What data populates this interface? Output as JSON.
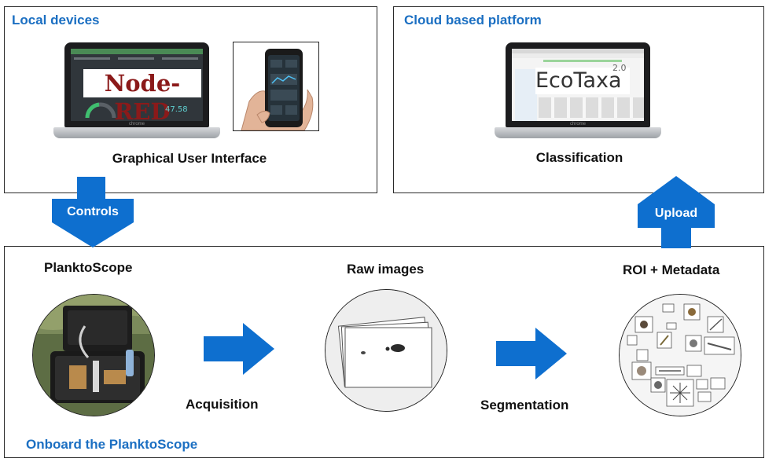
{
  "local_devices": {
    "title": "Local devices",
    "caption": "Graphical User Interface",
    "nodered_label": "Node-RED",
    "laptop_brand": "chrome",
    "gauge_value": "47.58"
  },
  "cloud": {
    "title": "Cloud based platform",
    "caption": "Classification",
    "logo_text": "EcoTaxa",
    "logo_version": "2.0",
    "laptop_brand": "chrome"
  },
  "arrows": {
    "controls": "Controls",
    "upload": "Upload"
  },
  "onboard": {
    "title": "Onboard the PlanktoScope",
    "stage_planktoscope": "PlanktoScope",
    "stage_raw_images": "Raw images",
    "stage_roi": "ROI + Metadata",
    "acquisition": "Acquisition",
    "segmentation": "Segmentation"
  },
  "colors": {
    "accent_blue": "#1b6fc2",
    "arrow_blue": "#0e6fcf"
  }
}
